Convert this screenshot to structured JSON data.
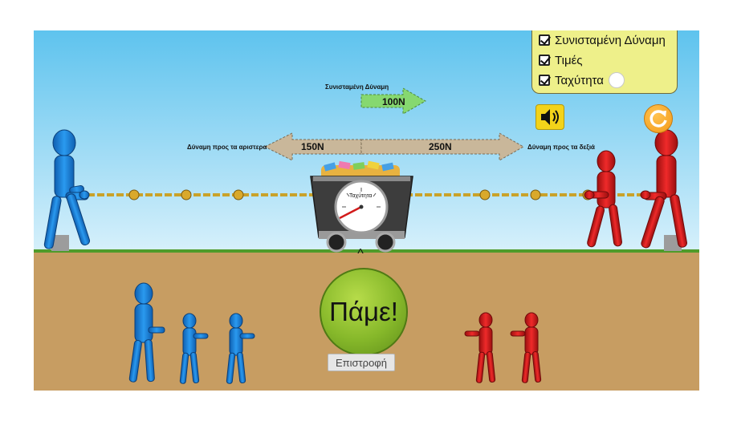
{
  "options": {
    "items": [
      {
        "label": "Συνισταμένη Δύναμη",
        "checked": true
      },
      {
        "label": "Τιμές",
        "checked": true
      },
      {
        "label": "Ταχύτητα",
        "checked": true
      }
    ]
  },
  "forces": {
    "net_label": "Συνισταμένη Δύναμη",
    "net_value": "100N",
    "left_label": "Δύναμη προς τα αριστερα",
    "left_value": "150N",
    "right_label": "Δύναμη προς τα δεξιά",
    "right_value": "250N"
  },
  "cart": {
    "gauge_label": "Ταχύτητα"
  },
  "controls": {
    "go_label": "Πάμε!",
    "back_label": "Επιστροφή",
    "caret": "^"
  },
  "icons": {
    "sound": "speaker-icon",
    "reset": "reset-icon"
  },
  "colors": {
    "sky": "#7fd0f1",
    "ground": "#c79d62",
    "blue_team": "#1b7ed6",
    "red_team": "#d21b1b",
    "arrow": "#c9b79a",
    "net_arrow": "#86d870"
  },
  "teams": {
    "left_waiting": 3,
    "right_waiting": 2
  }
}
